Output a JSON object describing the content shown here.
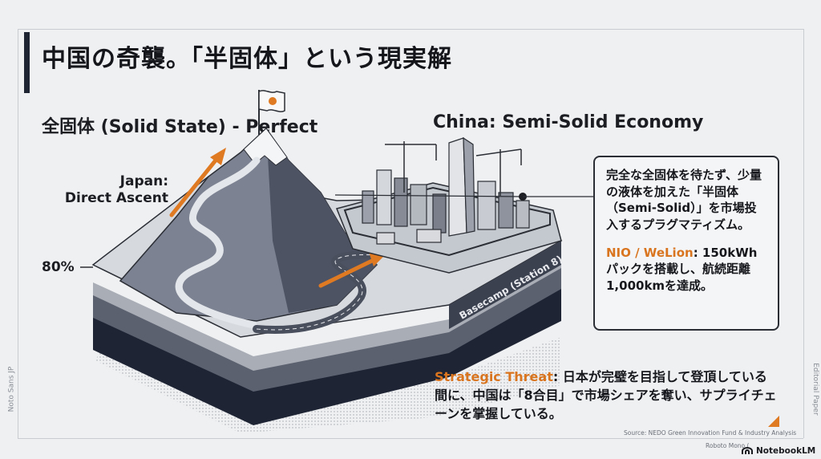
{
  "title": "中国の奇襲。「半固体」という現実解",
  "left_heading": "全固体 (Solid State) - Perfect",
  "right_heading": "China: Semi-Solid Economy",
  "japan_label_line1": "Japan:",
  "japan_label_line2": "Direct Ascent",
  "level_label": "80%",
  "basecamp_label": "Basecamp (Station 8)",
  "callout": {
    "line1": "完全な全固体を待たず、少量の液体を加えた「半固体（Semi-Solid）」を市場投入するプラグマティズム。",
    "company": "NIO / WeLion",
    "line2": ": 150kWhパックを搭載し、航続距離1,000kmを達成。"
  },
  "threat": {
    "lead": "Strategic Threat",
    "body": ": 日本が完璧を目指して登頂している間に、中国は「8合目」で市場シェアを奪い、サプライチェーンを掌握している。"
  },
  "source": "Source: NEDO Green Innovation Fund & Industry Analysis",
  "roboto_note": "Roboto Mono (",
  "brand": "NotebookLM",
  "side_left": "Noto Sans JP",
  "side_right": "Editorial Paper",
  "colors": {
    "accent": "#d9741f",
    "ink": "#1d1f24",
    "background": "#eef0f2"
  },
  "icons": [
    "flag-icon",
    "notebooklm-icon",
    "arrow-icon"
  ]
}
